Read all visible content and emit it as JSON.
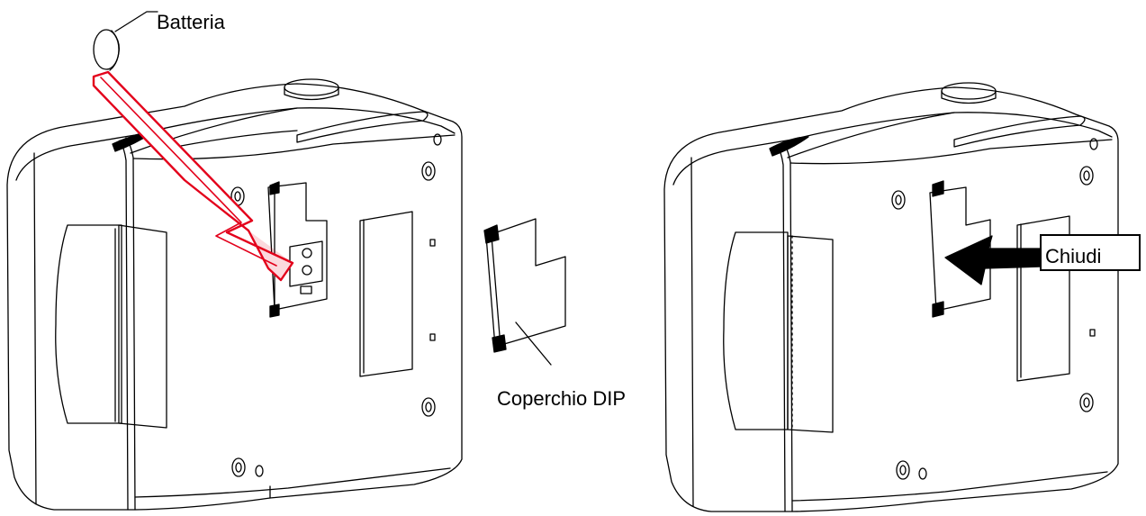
{
  "labels": {
    "battery": "Batteria",
    "dip_cover": "Coperchio DIP",
    "close": "Chiudi"
  },
  "colors": {
    "line": "#000000",
    "insertion_arrow": "#e3001b",
    "background": "#ffffff"
  },
  "icons": {
    "insertion_arrow": "zigzag-arrow-icon",
    "close_direction": "arrow-left-icon"
  }
}
